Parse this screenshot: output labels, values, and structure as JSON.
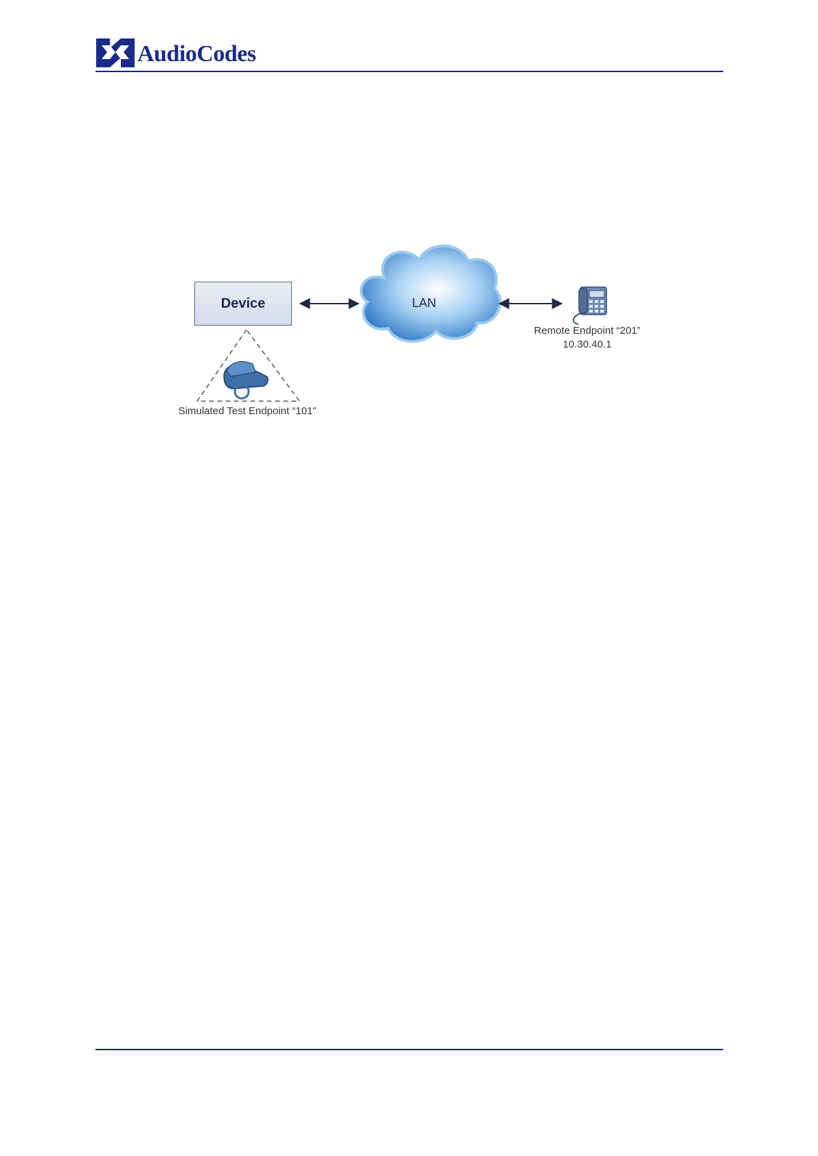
{
  "header": {
    "logo_text": "AudioCodes",
    "rule_color": "#1a1a9a"
  },
  "diagram": {
    "device_label": "Device",
    "network_label": "LAN",
    "remote_endpoint": {
      "name": "Remote Endpoint “201”",
      "ip": "10.30.40.1",
      "icon": "desk-phone-icon"
    },
    "simulated_endpoint": {
      "name": "Simulated Test Endpoint “101”",
      "icon": "telephone-icon"
    },
    "colors": {
      "cloud": "#3b8fd8",
      "arrow": "#1e2a4a",
      "device_fill": "#dde3ef"
    }
  }
}
